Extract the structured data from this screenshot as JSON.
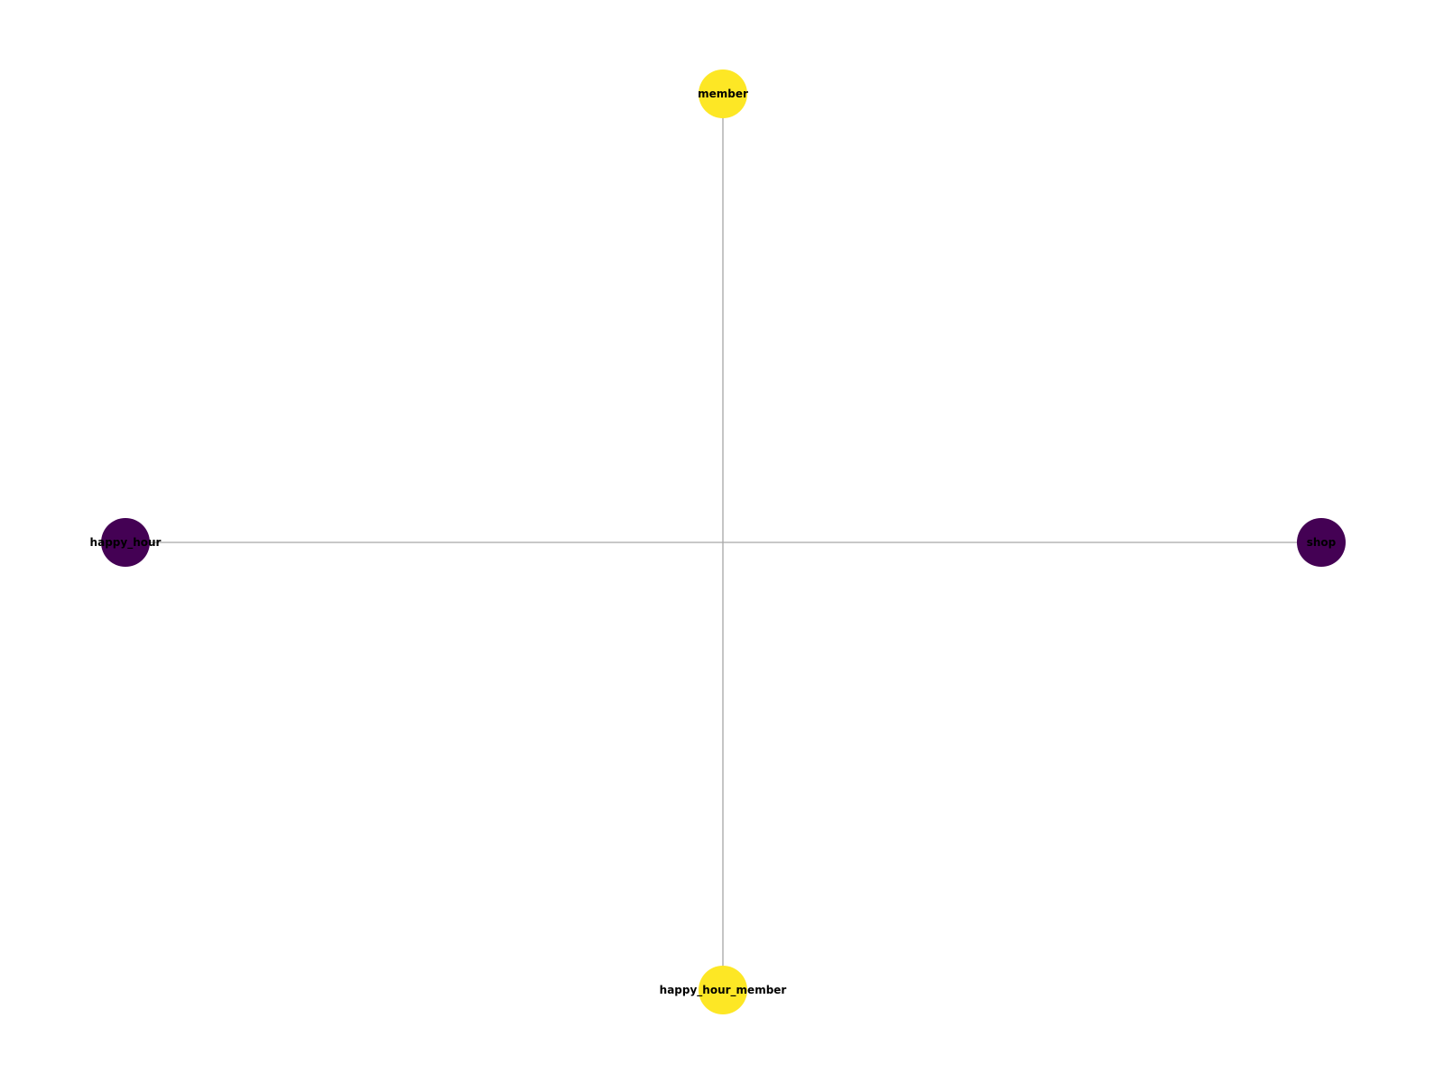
{
  "nodes": [
    {
      "id": "member",
      "label": "member",
      "color": "#fde725"
    },
    {
      "id": "happy_hour",
      "label": "happy_hour",
      "color": "#440154"
    },
    {
      "id": "shop",
      "label": "shop",
      "color": "#440154"
    },
    {
      "id": "happy_hour_member",
      "label": "happy_hour_member",
      "color": "#fde725"
    }
  ],
  "edges": [
    {
      "source": "member",
      "target": "happy_hour_member"
    },
    {
      "source": "happy_hour",
      "target": "shop"
    }
  ],
  "edge_color": "#a6a6a6"
}
